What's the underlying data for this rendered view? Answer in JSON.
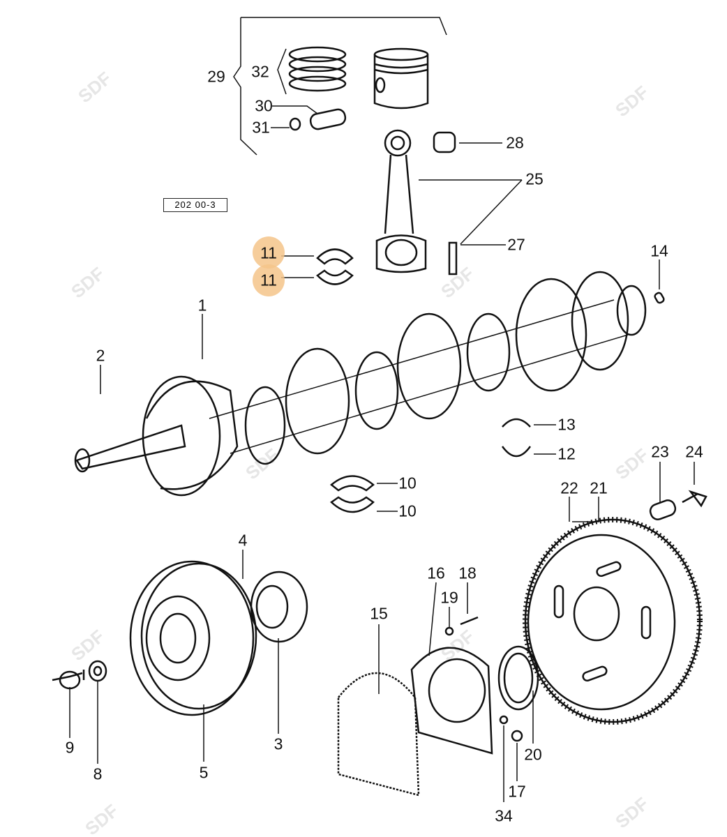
{
  "diagram": {
    "reference_code": "202 00-3",
    "watermark": "SDF",
    "highlight_color": "#f5c48a",
    "labels": {
      "p29": "29",
      "p32": "32",
      "p30": "30",
      "p31": "31",
      "p28": "28",
      "p25": "25",
      "p27": "27",
      "p11a": "11",
      "p11b": "11",
      "p14": "14",
      "p1": "1",
      "p2": "2",
      "p13": "13",
      "p12": "12",
      "p10a": "10",
      "p10b": "10",
      "p23": "23",
      "p24": "24",
      "p22": "22",
      "p21": "21",
      "p4": "4",
      "p16": "16",
      "p18": "18",
      "p19": "19",
      "p15": "15",
      "p9": "9",
      "p8": "8",
      "p5": "5",
      "p3": "3",
      "p34": "34",
      "p17": "17",
      "p20": "20"
    }
  }
}
